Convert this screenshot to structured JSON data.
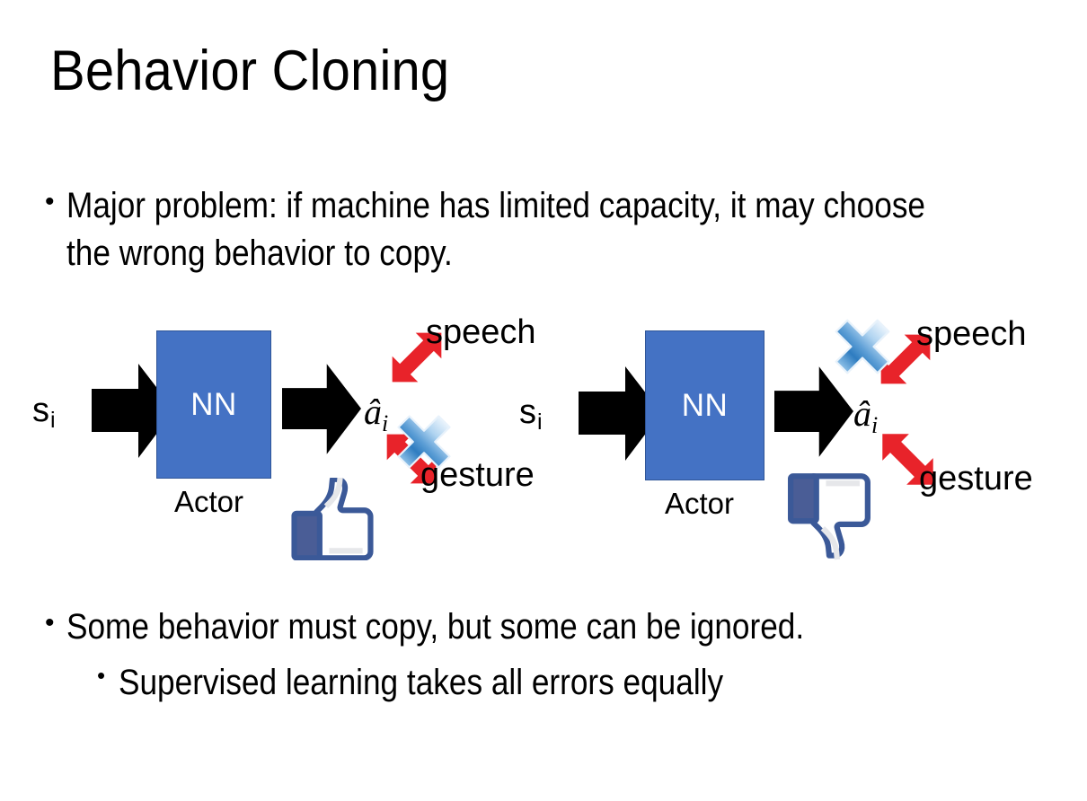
{
  "slide": {
    "title": "Behavior Cloning",
    "background_color": "#FFFFFF"
  },
  "bullets": [
    {
      "id": "problem",
      "marker": "•",
      "level": 1,
      "text": "Major problem: if machine has limited capacity, it may choose the wrong behavior to copy."
    },
    {
      "id": "some",
      "marker": "•",
      "level": 1,
      "text": "Some behavior must copy, but some can be ignored."
    },
    {
      "id": "supervised",
      "marker": "•",
      "level": 2,
      "text": "Supervised learning takes all errors equally"
    }
  ],
  "diagrams": [
    {
      "id": "left",
      "state_label": "s",
      "state_subscript": "i",
      "nn_label": "NN",
      "actor_label": "Actor",
      "action_label": "â",
      "action_subscript": "i",
      "outputs": [
        {
          "name": "speech",
          "crossed": false
        },
        {
          "name": "gesture",
          "crossed": true
        }
      ],
      "verdict_icon": "thumbs-up-icon",
      "verdict": "good"
    },
    {
      "id": "right",
      "state_label": "s",
      "state_subscript": "i",
      "nn_label": "NN",
      "actor_label": "Actor",
      "action_label": "â",
      "action_subscript": "i",
      "outputs": [
        {
          "name": "speech",
          "crossed": true
        },
        {
          "name": "gesture",
          "crossed": false
        }
      ],
      "verdict_icon": "thumbs-down-icon",
      "verdict": "bad"
    }
  ],
  "colors": {
    "nn_fill": "#4472C4",
    "nn_border": "#2F5597",
    "arrow_black": "#000000",
    "arrow_red": "#E8232A",
    "x_blue_light": "#CFE4F7",
    "x_blue_mid": "#6FACDE",
    "x_blue_dark": "#1F6FB8",
    "thumb_blue": "#3B5998",
    "text_black": "#000000",
    "background": "#FFFFFF"
  }
}
